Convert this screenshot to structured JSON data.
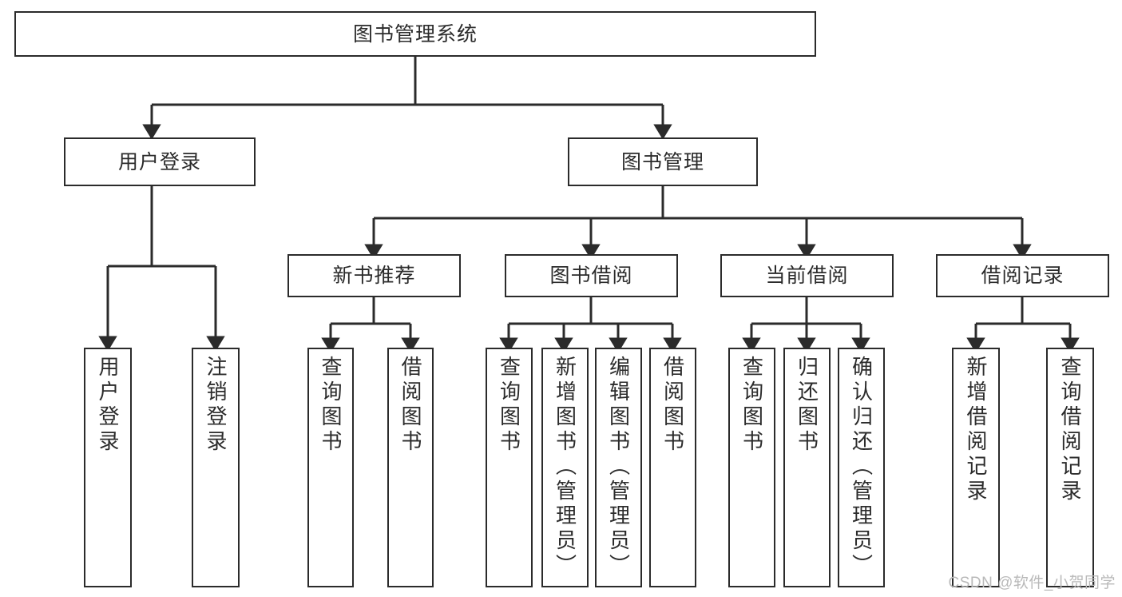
{
  "diagram": {
    "type": "tree",
    "title": "图书管理系统",
    "watermark": "CSDN @软件_小贺同学",
    "colors": {
      "stroke": "#2b2b2b",
      "fill": "#ffffff",
      "background": "#ffffff",
      "watermark": "#b9b9b9"
    },
    "nodes": {
      "root": {
        "label": "图书管理系统"
      },
      "tier1": [
        {
          "label": "用户登录"
        },
        {
          "label": "图书管理"
        }
      ],
      "tier2": [
        {
          "label": "新书推荐"
        },
        {
          "label": "图书借阅"
        },
        {
          "label": "当前借阅"
        },
        {
          "label": "借阅记录"
        }
      ],
      "leaves": {
        "user_login": [
          {
            "label": "用户登录"
          },
          {
            "label": "注销登录"
          }
        ],
        "new_book_recommend": [
          {
            "label": "查询图书"
          },
          {
            "label": "借阅图书"
          }
        ],
        "book_borrow": [
          {
            "label": "查询图书"
          },
          {
            "label": "新增图书（管理员）"
          },
          {
            "label": "编辑图书（管理员）"
          },
          {
            "label": "借阅图书"
          }
        ],
        "current_borrow": [
          {
            "label": "查询图书"
          },
          {
            "label": "归还图书"
          },
          {
            "label": "确认归还（管理员）"
          }
        ],
        "borrow_record": [
          {
            "label": "新增借阅记录"
          },
          {
            "label": "查询借阅记录"
          }
        ]
      }
    }
  }
}
